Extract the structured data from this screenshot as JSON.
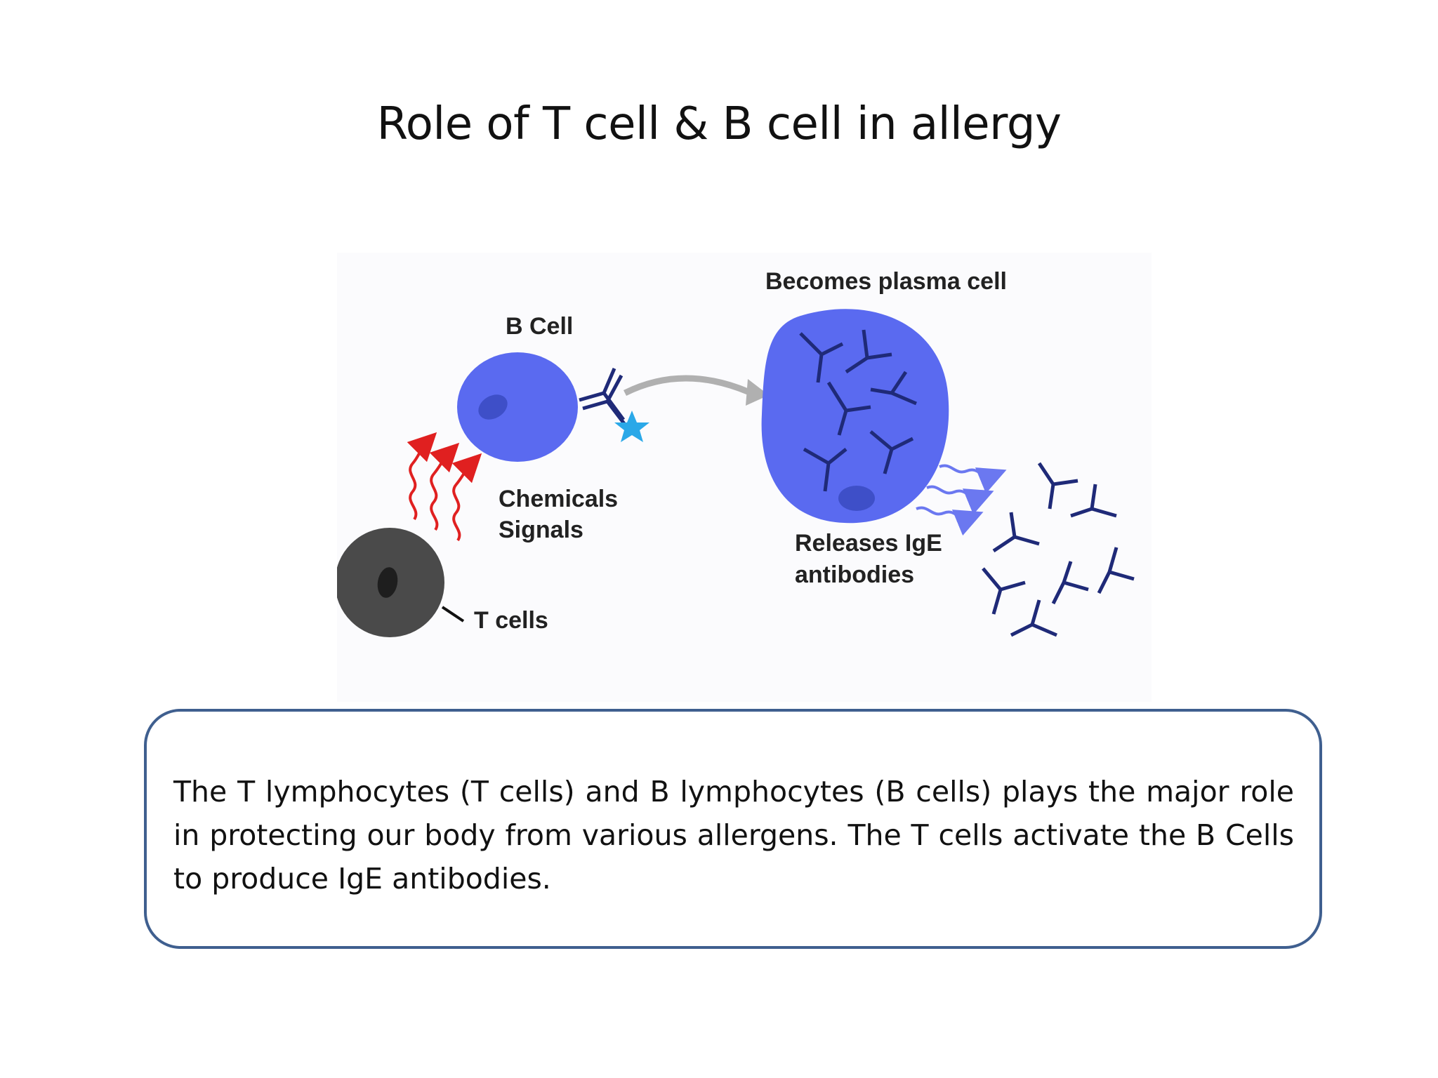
{
  "slide": {
    "title": "Role of T cell & B cell in allergy"
  },
  "diagram": {
    "labels": {
      "b_cell": "B Cell",
      "plasma_cell": "Becomes plasma cell",
      "chemicals": "Chemicals",
      "signals": "Signals",
      "t_cells": "T cells",
      "releases": "Releases IgE",
      "antibodies": "antibodies"
    },
    "colors": {
      "b_cell": "#5a6af0",
      "plasma_cell": "#5a6af0",
      "nucleus": "#3e4fc8",
      "t_cell": "#4a4a4a",
      "t_nucleus": "#1e1e1e",
      "antibody": "#1f2a78",
      "antigen": "#2aa8e8",
      "chemical_signal": "#e02020",
      "release_arrow": "#6b78f0",
      "transition_arrow": "#b0b0b0"
    }
  },
  "summary": {
    "text": "The T lymphocytes (T cells) and B lymphocytes (B cells) plays the major role in protecting our body from various allergens. The T cells activate the B Cells to produce IgE antibodies."
  },
  "theme": {
    "box_border": "#3f5f8f"
  }
}
